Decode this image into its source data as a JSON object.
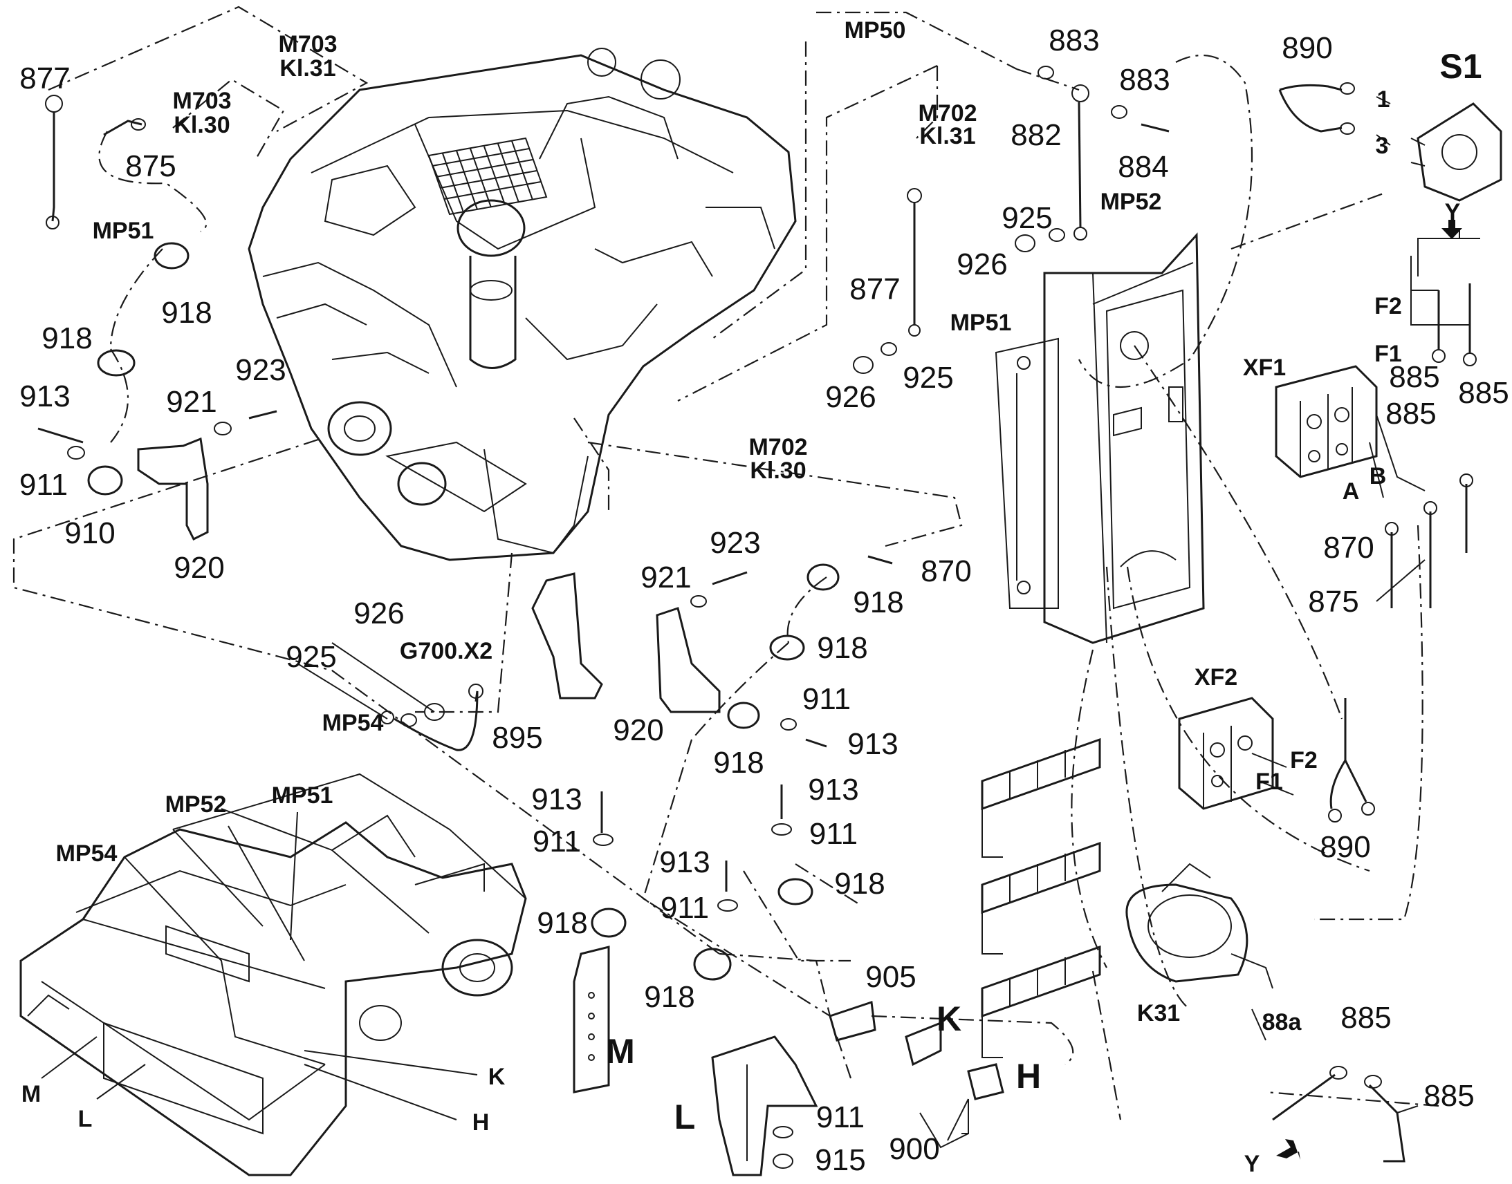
{
  "labels": {
    "m703_kl31": [
      "M703",
      "Kl.31"
    ],
    "m703_kl30": [
      "M703",
      "Kl.30"
    ],
    "mp50": "MP50",
    "m702_kl31": [
      "M702",
      "Kl.31"
    ],
    "m702_kl30": [
      "M702",
      "Kl.30"
    ],
    "g700_x2": "G700.X2",
    "mp51_a": "MP51",
    "mp51_b": "MP51",
    "mp51_c": "MP51",
    "mp52_a": "MP52",
    "mp52_b": "MP52",
    "mp54_a": "MP54",
    "mp54_b": "MP54",
    "s1": "S1",
    "xf1": "XF1",
    "xf2": "XF2",
    "k31": "K31",
    "y_top": "Y",
    "y_bottom": "Y",
    "f2_a": "F2",
    "f1_a": "F1",
    "f2_b": "F2",
    "f1_b": "F1",
    "terminal_1": "1",
    "terminal_3": "3",
    "terminal_a": "A",
    "terminal_b": "B",
    "letter_k1": "K",
    "letter_h1": "H",
    "letter_m1": "M",
    "letter_l1": "L",
    "letter_k2": "K",
    "letter_h2": "H",
    "letter_m2": "M",
    "letter_l2": "L"
  },
  "parts": {
    "p877_a": "877",
    "p875_a": "875",
    "p918_a": "918",
    "p918_b": "918",
    "p913_a": "913",
    "p911_a": "911",
    "p910": "910",
    "p923_a": "923",
    "p921_a": "921",
    "p920_a": "920",
    "p926_a": "926",
    "p925_a": "925",
    "p895": "895",
    "p923_b": "923",
    "p921_b": "921",
    "p920_b": "920",
    "p918_c": "918",
    "p918_d": "918",
    "p911_b": "911",
    "p918_e": "918",
    "p913_b": "913",
    "p870_a": "870",
    "p913_c": "913",
    "p911_c": "911",
    "p918_f": "918",
    "p918_g": "918",
    "p913_d": "913",
    "p911_d": "911",
    "p913_e": "913",
    "p911_e": "911",
    "p918_h": "918",
    "p905": "905",
    "p911_f": "911",
    "p915": "915",
    "p900": "900",
    "p877_b": "877",
    "p926_b": "926",
    "p925_b": "925",
    "p883_a": "883",
    "p883_b": "883",
    "p882": "882",
    "p884": "884",
    "p925_c": "925",
    "p926_c": "926",
    "p890_a": "890",
    "p885_a": "885",
    "p885_b": "885",
    "p885_c": "885",
    "p870_b": "870",
    "p875_b": "875",
    "p890_b": "890",
    "p88a": "88a",
    "p885_d": "885",
    "p885_e": "885"
  }
}
